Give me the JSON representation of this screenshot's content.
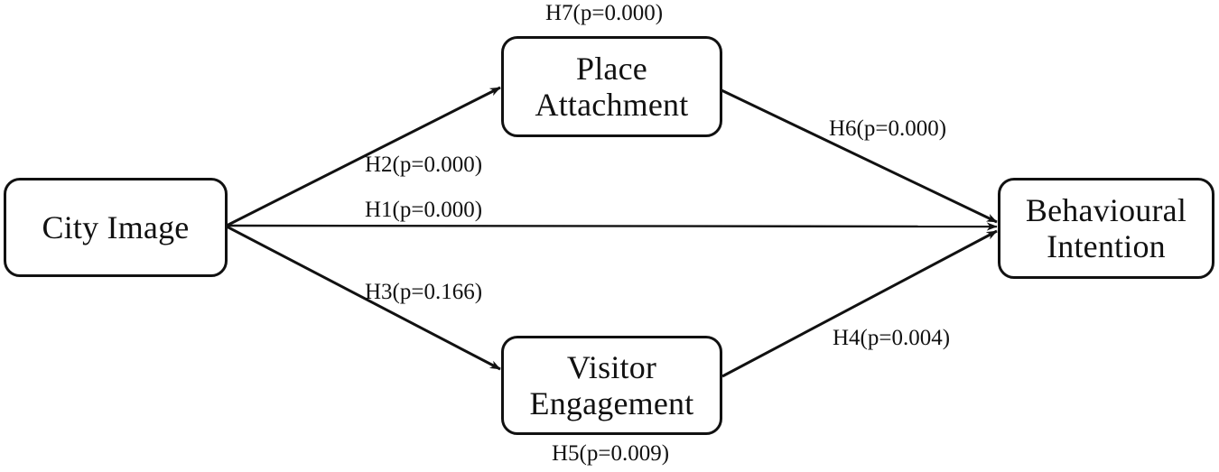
{
  "diagram": {
    "type": "path-model",
    "title": "",
    "nodes": [
      {
        "id": "city-image",
        "label": "City Image"
      },
      {
        "id": "place-attachment",
        "label": "Place\nAttachment"
      },
      {
        "id": "visitor-engagement",
        "label": "Visitor\nEngagement"
      },
      {
        "id": "behavioural-intention",
        "label": "Behavioural\nIntention"
      }
    ],
    "paths": [
      {
        "id": "h1",
        "label": "H1(p=0.000)",
        "hypothesis": "H1",
        "p_value": "0.000",
        "from": "city-image",
        "to": "behavioural-intention"
      },
      {
        "id": "h2",
        "label": "H2(p=0.000)",
        "hypothesis": "H2",
        "p_value": "0.000",
        "from": "city-image",
        "to": "place-attachment"
      },
      {
        "id": "h3",
        "label": "H3(p=0.166)",
        "hypothesis": "H3",
        "p_value": "0.166",
        "from": "city-image",
        "to": "visitor-engagement"
      },
      {
        "id": "h4",
        "label": "H4(p=0.004)",
        "hypothesis": "H4",
        "p_value": "0.004",
        "from": "visitor-engagement",
        "to": "behavioural-intention"
      },
      {
        "id": "h5",
        "label": "H5(p=0.009)",
        "hypothesis": "H5",
        "p_value": "0.009",
        "from": "visitor-engagement",
        "to": "behavioural-intention"
      },
      {
        "id": "h6",
        "label": "H6(p=0.000)",
        "hypothesis": "H6",
        "p_value": "0.000",
        "from": "place-attachment",
        "to": "behavioural-intention"
      },
      {
        "id": "h7",
        "label": "H7(p=0.000)",
        "hypothesis": "H7",
        "p_value": "0.000",
        "from": "place-attachment",
        "to": "behavioural-intention"
      }
    ],
    "colors": {
      "stroke": "#111111",
      "text": "#111111",
      "background": "#ffffff"
    }
  }
}
